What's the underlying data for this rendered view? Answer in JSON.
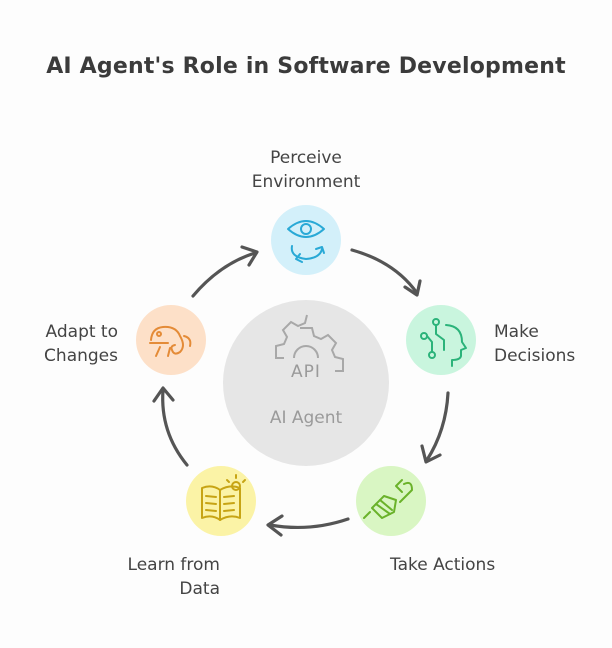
{
  "title": "AI Agent's Role in Software Development",
  "center": {
    "icon_text": "API",
    "label": "AI Agent"
  },
  "steps": [
    {
      "id": "perceive",
      "line1": "Perceive",
      "line2": "Environment",
      "icon": "eye-icon",
      "color": "#29abd8",
      "fill": "#cfeffb"
    },
    {
      "id": "make",
      "line1": "Make",
      "line2": "Decisions",
      "icon": "head-circuit-icon",
      "color": "#2bb37a",
      "fill": "#c9f5dd"
    },
    {
      "id": "take",
      "line1": "Take Actions",
      "line2": "",
      "icon": "wrench-hand-icon",
      "color": "#6fb52c",
      "fill": "#daf7c2"
    },
    {
      "id": "learn",
      "line1": "Learn from",
      "line2": "Data",
      "icon": "book-bulb-icon",
      "color": "#c9a816",
      "fill": "#fbf3a8"
    },
    {
      "id": "adapt",
      "line1": "Adapt to",
      "line2": "Changes",
      "icon": "chameleon-icon",
      "color": "#e8913e",
      "fill": "#fde0c6"
    }
  ]
}
